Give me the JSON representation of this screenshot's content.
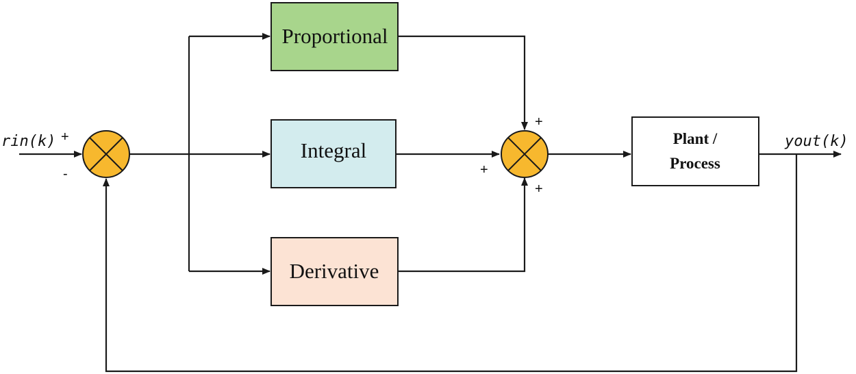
{
  "blocks": {
    "proportional": {
      "label": "Proportional",
      "color": "#a8d58c"
    },
    "integral": {
      "label": "Integral",
      "color": "#d3ecee"
    },
    "derivative": {
      "label": "Derivative",
      "color": "#fce3d4"
    },
    "plant": {
      "line1": "Plant /",
      "line2": "Process",
      "color": "#ffffff"
    }
  },
  "signals": {
    "input": "rin(k)",
    "output": "yout(k)"
  },
  "summing_junctions": {
    "input_junction": {
      "color": "#f7b82e",
      "signs": {
        "top": "+",
        "bottom": "-"
      }
    },
    "pid_junction": {
      "color": "#f7b82e",
      "signs": {
        "top": "+",
        "left": "+",
        "bottom": "+"
      }
    }
  }
}
